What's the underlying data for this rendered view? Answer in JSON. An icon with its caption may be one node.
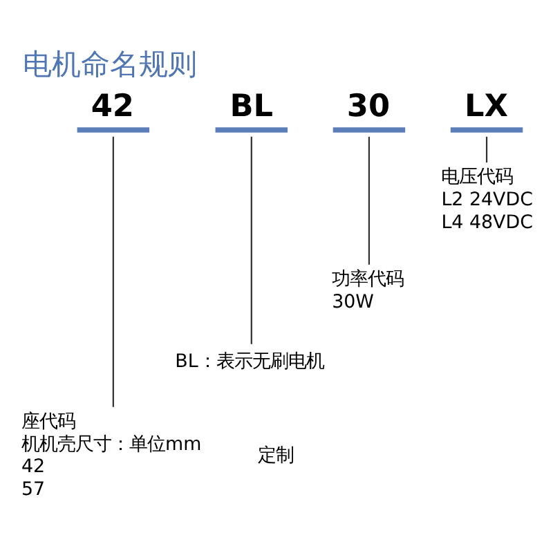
{
  "diagram": {
    "title": "电机命名规则",
    "nodes": [
      {
        "text": [
          "42"
        ]
      },
      {
        "text": [
          "BL"
        ]
      },
      {
        "text": [
          "30"
        ]
      },
      {
        "text": [
          "LX"
        ]
      },
      {
        "text": [
          "电压代码",
          "L2 24VDC",
          "L4 48VDC"
        ]
      },
      {
        "text": [
          "功率代码",
          "30W"
        ]
      },
      {
        "text": [
          "BL：表示无刷电机"
        ]
      },
      {
        "text": [
          "座代码",
          "机机壳尺寸：单位mm",
          "42",
          "57"
        ]
      }
    ],
    "edges": [
      {
        "from": 0,
        "to": 7,
        "arrow": "none"
      },
      {
        "from": 1,
        "to": 6,
        "arrow": "none"
      },
      {
        "from": 2,
        "to": 5,
        "arrow": "none"
      },
      {
        "from": 3,
        "to": 4,
        "arrow": "none"
      }
    ],
    "labels": [
      "定制"
    ]
  }
}
